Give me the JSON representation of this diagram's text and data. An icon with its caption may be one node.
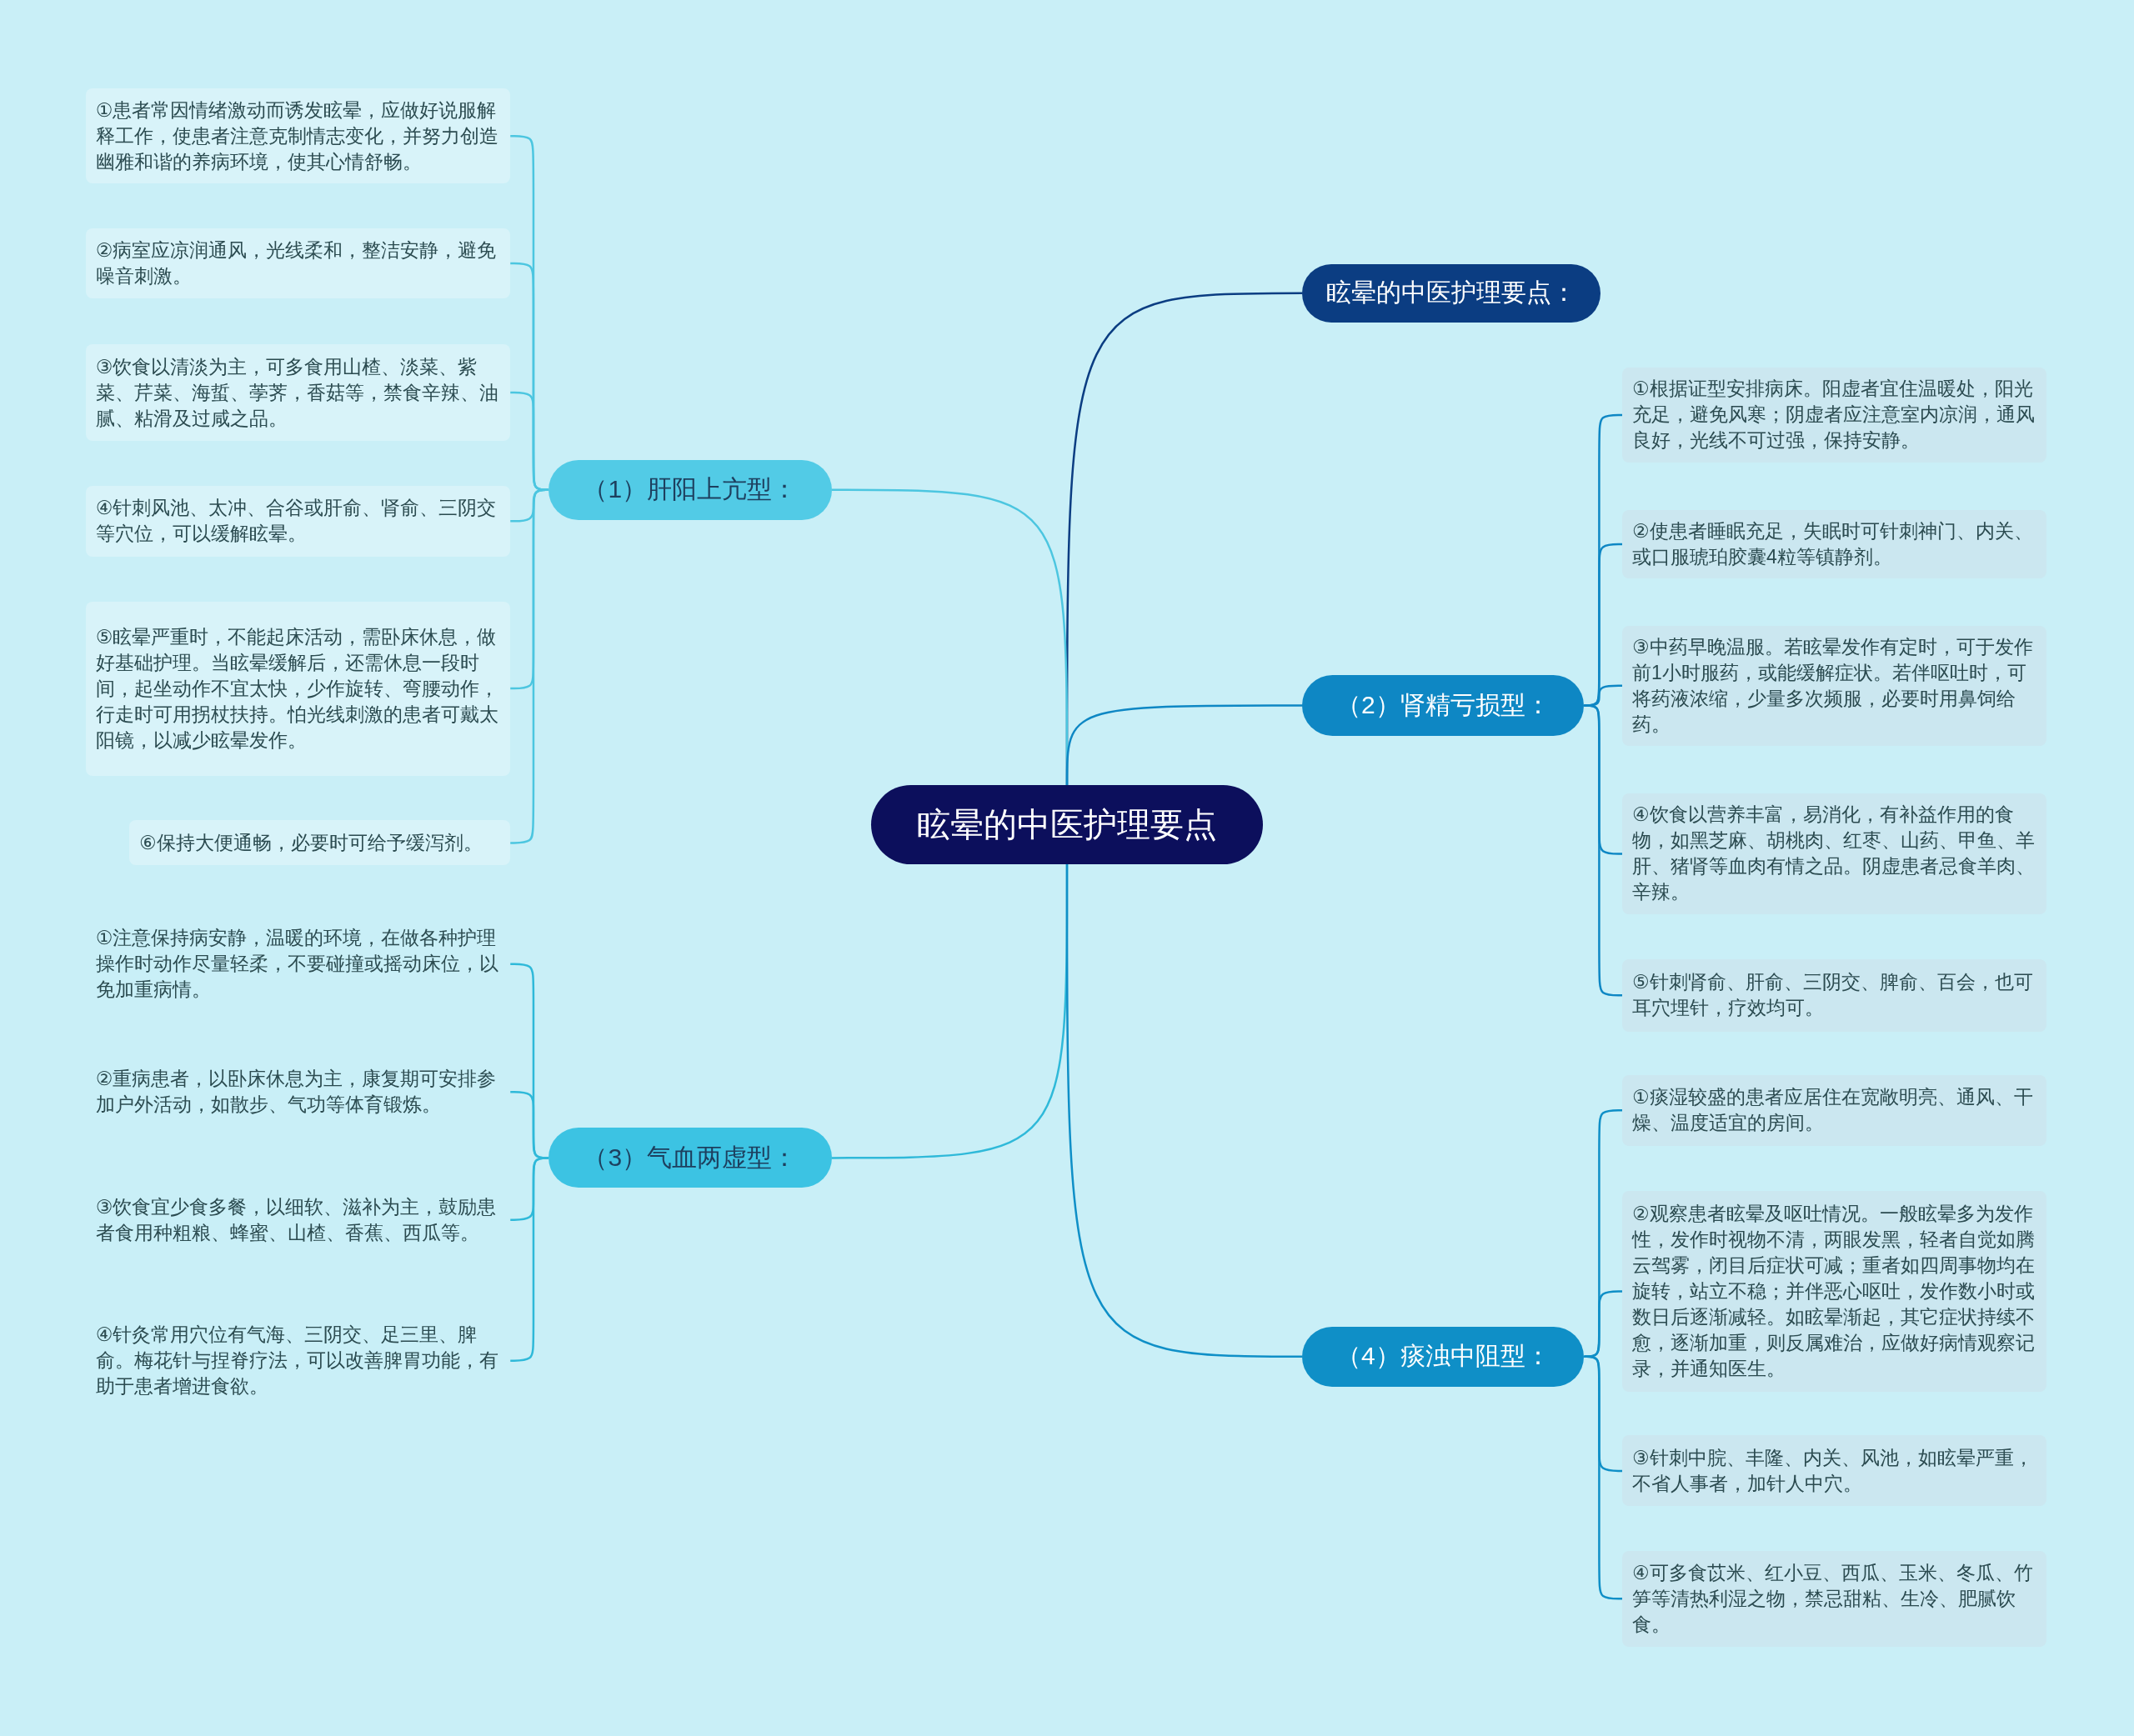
{
  "diagram": {
    "nodes": [
      {
        "text": [
          "眩晕的中医护理要点"
        ]
      },
      {
        "text": [
          "眩晕的中医护理要点："
        ]
      },
      {
        "text": [
          "（1）肝阳上亢型："
        ]
      },
      {
        "text": [
          "①患者常因情绪激动而诱发眩晕，应做好说服解释工作，使患者注意克制情志变化，并努力创造幽雅和谐的养病环境，使其心情舒畅。"
        ]
      },
      {
        "text": [
          "②病室应凉润通风，光线柔和，整洁安静，避免噪音刺激。"
        ]
      },
      {
        "text": [
          "③饮食以清淡为主，可多食用山楂、淡菜、紫菜、芹菜、海蜇、荸荠，香菇等，禁食辛辣、油腻、粘滑及过咸之品。"
        ]
      },
      {
        "text": [
          "④针刺风池、太冲、合谷或肝俞、肾俞、三阴交等穴位，可以缓解眩晕。"
        ]
      },
      {
        "text": [
          "⑤眩晕严重时，不能起床活动，需卧床休息，做好基础护理。当眩晕缓解后，还需休息一段时间，起坐动作不宜太快，少作旋转、弯腰动作，行走时可用拐杖扶持。怕光线刺激的患者可戴太阳镜，以减少眩晕发作。"
        ]
      },
      {
        "text": [
          "⑥保持大便通畅，必要时可给予缓泻剂。"
        ]
      },
      {
        "text": [
          "（2）肾精亏损型："
        ]
      },
      {
        "text": [
          "①根据证型安排病床。阳虚者宜住温暖处，阳光充足，避免风寒；阴虚者应注意室内凉润，通风良好，光线不可过强，保持安静。"
        ]
      },
      {
        "text": [
          "②使患者睡眠充足，失眠时可针刺神门、内关、或口服琥珀胶囊4粒等镇静剂。"
        ]
      },
      {
        "text": [
          "③中药早晚温服。若眩晕发作有定时，可于发作前1小时服药，或能缓解症状。若伴呕吐时，可将药液浓缩，少量多次频服，必要时用鼻饲给药。"
        ]
      },
      {
        "text": [
          "④饮食以营养丰富，易消化，有补益作用的食物，如黑芝麻、胡桃肉、红枣、山药、甲鱼、羊肝、猪肾等血肉有情之品。阴虚患者忌食羊肉、辛辣。"
        ]
      },
      {
        "text": [
          "⑤针刺肾俞、肝俞、三阴交、脾俞、百会，也可耳穴埋针，疗效均可。"
        ]
      },
      {
        "text": [
          "（3）气血两虚型："
        ]
      },
      {
        "text": [
          "①注意保持病安静，温暖的环境，在做各种护理操作时动作尽量轻柔，不要碰撞或摇动床位，以免加重病情。"
        ]
      },
      {
        "text": [
          "②重病患者，以卧床休息为主，康复期可安排参加户外活动，如散步、气功等体育锻炼。"
        ]
      },
      {
        "text": [
          "③饮食宜少食多餐，以细软、滋补为主，鼓励患者食用种粗粮、蜂蜜、山楂、香蕉、西瓜等。"
        ]
      },
      {
        "text": [
          "④针灸常用穴位有气海、三阴交、足三里、脾俞。梅花针与捏脊疗法，可以改善脾胃功能，有助于患者增进食欲。"
        ]
      },
      {
        "text": [
          "（4）痰浊中阻型："
        ]
      },
      {
        "text": [
          "①痰湿较盛的患者应居住在宽敞明亮、通风、干燥、温度适宜的房间。"
        ]
      },
      {
        "text": [
          "②观察患者眩晕及呕吐情况。一般眩晕多为发作性，发作时视物不清，两眼发黑，轻者自觉如腾云驾雾，闭目后症状可减；重者如四周事物均在旋转，站立不稳；并伴恶心呕吐，发作数小时或数日后逐渐减轻。如眩晕渐起，其它症状持续不愈，逐渐加重，则反属难治，应做好病情观察记录，并通知医生。"
        ]
      },
      {
        "text": [
          "③针刺中脘、丰隆、内关、风池，如眩晕严重，不省人事者，加针人中穴。"
        ]
      },
      {
        "text": [
          "④可多食苡米、红小豆、西瓜、玉米、冬瓜、竹笋等清热利湿之物，禁忌甜粘、生冷、肥腻饮食。"
        ]
      }
    ],
    "edges": [
      {
        "from": 0,
        "to": 1,
        "arrow": "none",
        "color": "#0b3d82"
      },
      {
        "from": 0,
        "to": 2,
        "arrow": "none",
        "color": "#4cc6e0"
      },
      {
        "from": 2,
        "to": 3,
        "arrow": "none",
        "color": "#4cc6e0"
      },
      {
        "from": 2,
        "to": 4,
        "arrow": "none",
        "color": "#4cc6e0"
      },
      {
        "from": 2,
        "to": 5,
        "arrow": "none",
        "color": "#4cc6e0"
      },
      {
        "from": 2,
        "to": 6,
        "arrow": "none",
        "color": "#4cc6e0"
      },
      {
        "from": 2,
        "to": 7,
        "arrow": "none",
        "color": "#4cc6e0"
      },
      {
        "from": 2,
        "to": 8,
        "arrow": "none",
        "color": "#4cc6e0"
      },
      {
        "from": 0,
        "to": 9,
        "arrow": "none",
        "color": "#0e87c4"
      },
      {
        "from": 9,
        "to": 10,
        "arrow": "none",
        "color": "#0e87c4"
      },
      {
        "from": 9,
        "to": 11,
        "arrow": "none",
        "color": "#0e87c4"
      },
      {
        "from": 9,
        "to": 12,
        "arrow": "none",
        "color": "#0e87c4"
      },
      {
        "from": 9,
        "to": 13,
        "arrow": "none",
        "color": "#0e87c4"
      },
      {
        "from": 9,
        "to": 14,
        "arrow": "none",
        "color": "#0e87c4"
      },
      {
        "from": 0,
        "to": 15,
        "arrow": "none",
        "color": "#2fb9d9"
      },
      {
        "from": 15,
        "to": 16,
        "arrow": "none",
        "color": "#2fb9d9"
      },
      {
        "from": 15,
        "to": 17,
        "arrow": "none",
        "color": "#2fb9d9"
      },
      {
        "from": 15,
        "to": 18,
        "arrow": "none",
        "color": "#2fb9d9"
      },
      {
        "from": 15,
        "to": 19,
        "arrow": "none",
        "color": "#2fb9d9"
      },
      {
        "from": 0,
        "to": 20,
        "arrow": "none",
        "color": "#0f8fc7"
      },
      {
        "from": 20,
        "to": 21,
        "arrow": "none",
        "color": "#0f8fc7"
      },
      {
        "from": 20,
        "to": 22,
        "arrow": "none",
        "color": "#0f8fc7"
      },
      {
        "from": 20,
        "to": 23,
        "arrow": "none",
        "color": "#0f8fc7"
      },
      {
        "from": 20,
        "to": 24,
        "arrow": "none",
        "color": "#0f8fc7"
      }
    ]
  }
}
